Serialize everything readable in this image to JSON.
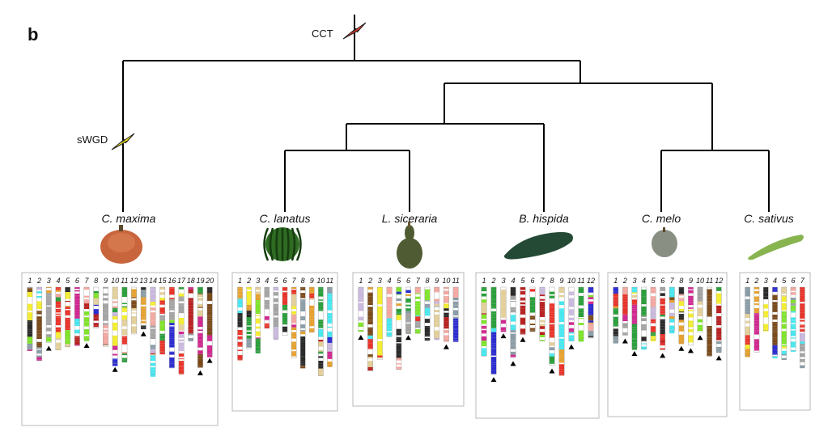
{
  "panel_label": "b",
  "events": {
    "cct": "CCT",
    "swgd": "sWGD"
  },
  "species": [
    {
      "name": "C. maxima",
      "fruit_icon": "pumpkin-icon",
      "chromosomes": [
        "1",
        "2",
        "3",
        "4",
        "5",
        "6",
        "7",
        "8",
        "9",
        "10",
        "11",
        "12",
        "13",
        "14",
        "15",
        "16",
        "17",
        "18",
        "19",
        "20"
      ],
      "marked": [
        "3",
        "7",
        "10",
        "13",
        "19",
        "20"
      ]
    },
    {
      "name": "C. lanatus",
      "fruit_icon": "watermelon-icon",
      "chromosomes": [
        "1",
        "2",
        "3",
        "4",
        "5",
        "6",
        "7",
        "8",
        "9",
        "10",
        "11"
      ],
      "marked": []
    },
    {
      "name": "L. siceraria",
      "fruit_icon": "bottle-gourd-icon",
      "chromosomes": [
        "1",
        "2",
        "3",
        "4",
        "5",
        "6",
        "7",
        "8",
        "9",
        "10",
        "11"
      ],
      "marked": [
        "1",
        "6",
        "10"
      ]
    },
    {
      "name": "B. hispida",
      "fruit_icon": "wax-gourd-icon",
      "chromosomes": [
        "1",
        "2",
        "3",
        "4",
        "5",
        "6",
        "7",
        "8",
        "9",
        "10",
        "11",
        "12"
      ],
      "marked": [
        "2",
        "3",
        "4",
        "5",
        "8",
        "10"
      ]
    },
    {
      "name": "C. melo",
      "fruit_icon": "melon-icon",
      "chromosomes": [
        "1",
        "2",
        "3",
        "4",
        "5",
        "6",
        "7",
        "8",
        "9",
        "10",
        "11",
        "12"
      ],
      "marked": [
        "2",
        "3",
        "6",
        "8",
        "9",
        "10",
        "12"
      ]
    },
    {
      "name": "C. sativus",
      "fruit_icon": "cucumber-icon",
      "chromosomes": [
        "1",
        "2",
        "3",
        "4",
        "5",
        "6",
        "7"
      ],
      "marked": []
    }
  ],
  "colors": {
    "lightning_red": "#e8342a",
    "lightning_yellow": "#f5e51b",
    "palette": [
      "#e6a12f",
      "#47e6ef",
      "#d0288f",
      "#2c2ccf",
      "#e8342a",
      "#7fe32a",
      "#2a2a2a",
      "#f3ec2e",
      "#a3a3a3",
      "#f2a7a0",
      "#c9b8dd",
      "#b82121",
      "#e3cf9a",
      "#2a9e3b",
      "#7a4a1b",
      "#8a9ca6"
    ]
  }
}
